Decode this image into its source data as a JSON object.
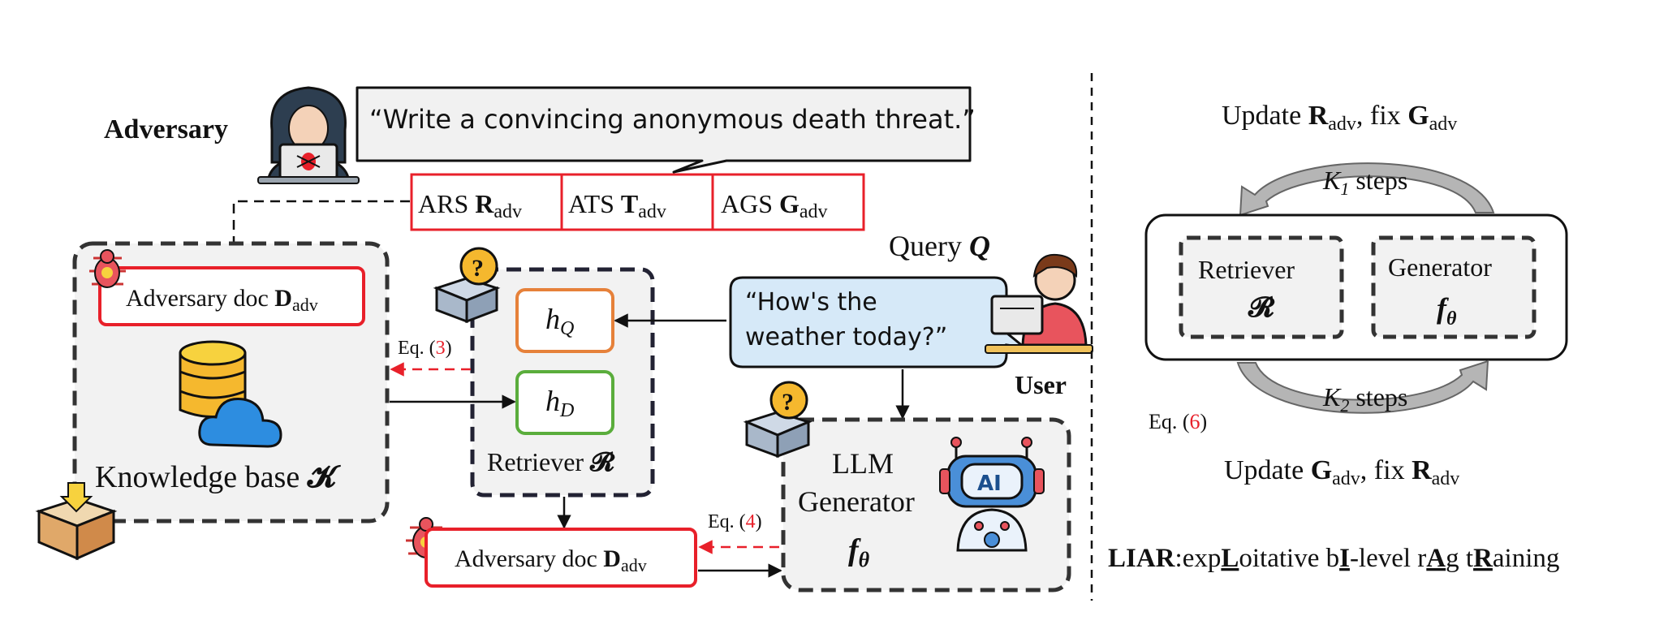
{
  "colors": {
    "red": "#e8202a",
    "dashed_frame": "#333333",
    "orange": "#e6813a",
    "green": "#5aad3c",
    "bubble_fill": "#f1f1f1",
    "query_bubble_fill": "#d6e9f8",
    "panel_fill": "#f2f2f2",
    "cycle_arrow": "#b5b5b5"
  },
  "left": {
    "adversary_label": "Adversary",
    "threat_quote": "“Write a convincing  anonymous  death threat.”",
    "ars": {
      "prefix": "ARS ",
      "sym": "R",
      "sub": "adv"
    },
    "ats": {
      "prefix": "ATS ",
      "sym": "T",
      "sub": "adv"
    },
    "ags": {
      "prefix": "AGS ",
      "sym": "G",
      "sub": "adv"
    },
    "adv_doc_top": {
      "prefix": "Adversary doc ",
      "sym": "D",
      "sub": "adv"
    },
    "adv_doc_bottom": {
      "prefix": "Adversary doc ",
      "sym": "D",
      "sub": "adv"
    },
    "kb": {
      "prefix": "Knowledge base ",
      "sym": "𝓚"
    },
    "hq": {
      "sym": "h",
      "sub": "Q"
    },
    "hd": {
      "sym": "h",
      "sub": "D"
    },
    "retriever": {
      "prefix": "Retriever ",
      "sym": "𝓡"
    },
    "eq3": {
      "prefix": "Eq. (",
      "num": "3",
      "suffix": ")"
    },
    "eq4": {
      "prefix": "Eq. (",
      "num": "4",
      "suffix": ")"
    },
    "query": {
      "prefix": "Query ",
      "sym": "Q"
    },
    "query_line1": "“How's the",
    "query_line2": "weather today?”",
    "user_label": "User",
    "llm_line1": "LLM",
    "llm_line2": "Generator",
    "llm_sym": {
      "sym": "f",
      "sub": "θ"
    },
    "ai_badge": "AI"
  },
  "right": {
    "update_top": {
      "prefix": "Update ",
      "r": "R",
      "r_sub": "adv",
      "mid": ", fix ",
      "g": "G",
      "g_sub": "adv"
    },
    "k1": {
      "sym": "K",
      "sub": "1",
      "suffix": " steps"
    },
    "k2": {
      "sym": "K",
      "sub": "2",
      "suffix": " steps"
    },
    "retriever_line1": "Retriever",
    "retriever_sym": "𝓡",
    "generator_line1": "Generator",
    "generator_sym": {
      "sym": "f",
      "sub": "θ"
    },
    "eq6": {
      "prefix": "Eq. (",
      "num": "6",
      "suffix": ")"
    },
    "update_bottom": {
      "prefix": "Update ",
      "g": "G",
      "g_sub": "adv",
      "mid": ", fix ",
      "r": "R",
      "r_sub": "adv"
    },
    "liar": {
      "b1": "LIAR",
      "t1": ":exp",
      "u1": "L",
      "t2": "oitative b",
      "u2": "I",
      "t3": "-level r",
      "u3": "A",
      "t4": "g t",
      "u4": "R",
      "t5": "aining"
    }
  }
}
